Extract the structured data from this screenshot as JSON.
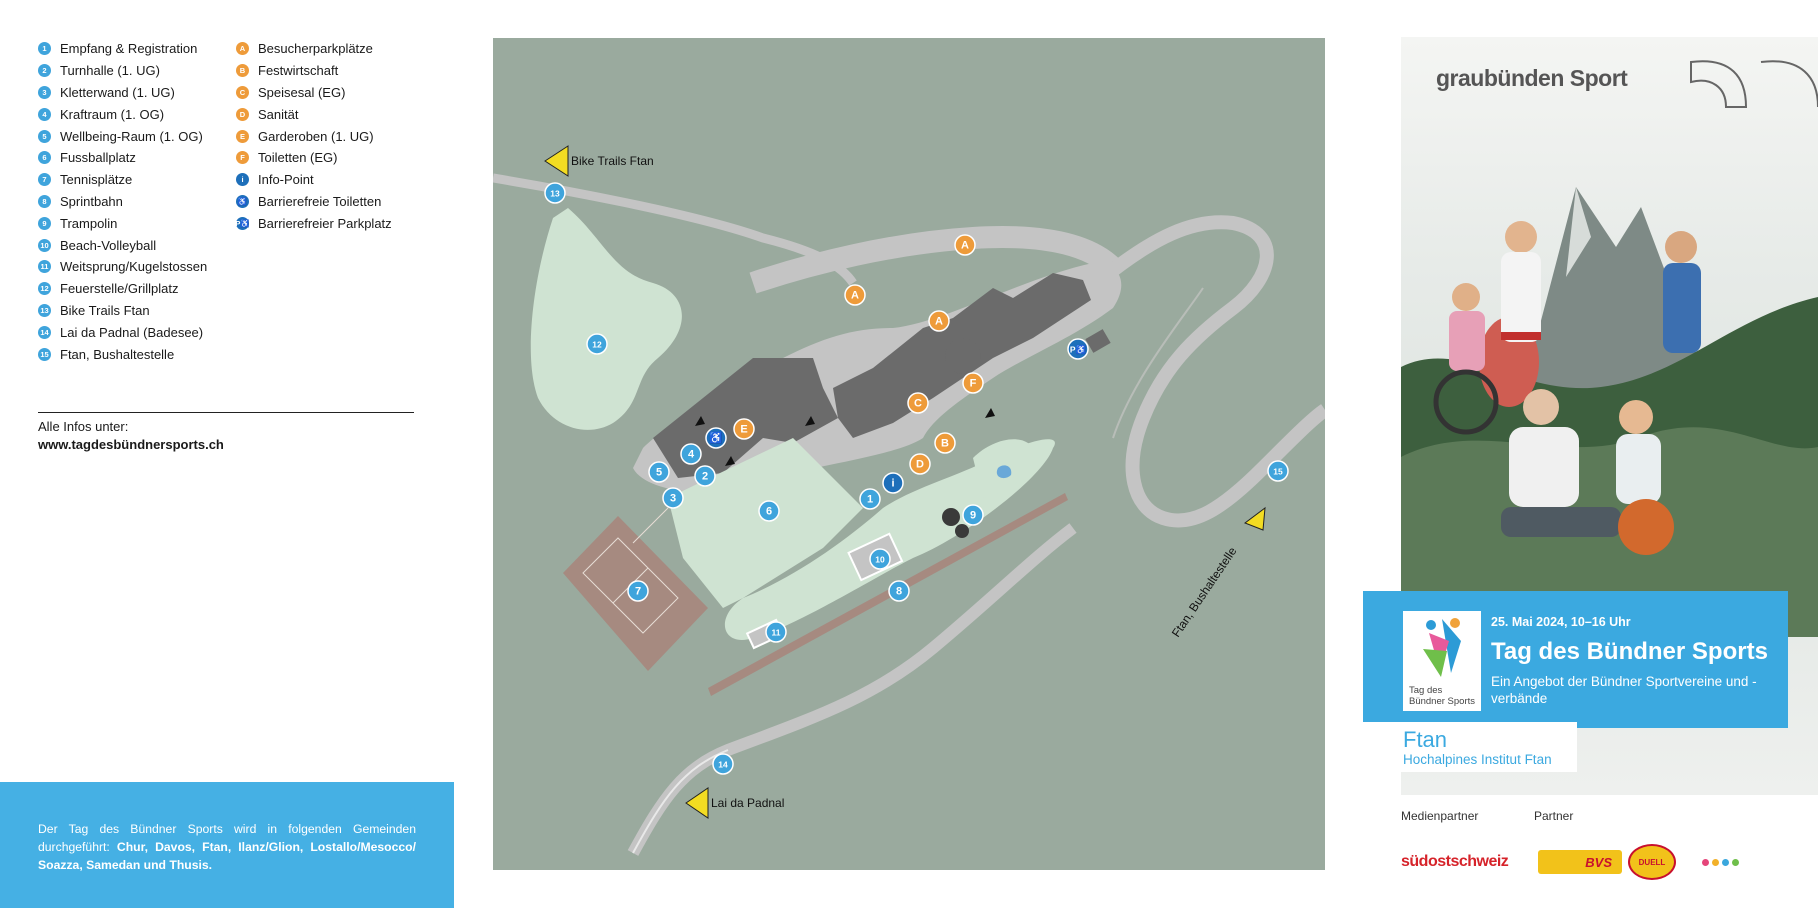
{
  "legend_numbered": [
    {
      "num": "1",
      "label": "Empfang & Registration"
    },
    {
      "num": "2",
      "label": "Turnhalle (1. UG)"
    },
    {
      "num": "3",
      "label": "Kletterwand (1. UG)"
    },
    {
      "num": "4",
      "label": "Kraftraum (1. OG)"
    },
    {
      "num": "5",
      "label": "Wellbeing-Raum (1. OG)"
    },
    {
      "num": "6",
      "label": "Fussballplatz"
    },
    {
      "num": "7",
      "label": "Tennisplätze"
    },
    {
      "num": "8",
      "label": "Sprintbahn"
    },
    {
      "num": "9",
      "label": "Trampolin"
    },
    {
      "num": "10",
      "label": "Beach-Volleyball"
    },
    {
      "num": "11",
      "label": "Weitsprung/Kugelstossen"
    },
    {
      "num": "12",
      "label": "Feuerstelle/Grillplatz"
    },
    {
      "num": "13",
      "label": "Bike Trails Ftan"
    },
    {
      "num": "14",
      "label": "Lai da Padnal (Badesee)"
    },
    {
      "num": "15",
      "label": "Ftan, Bushaltestelle"
    }
  ],
  "legend_lettered": [
    {
      "sym": "A",
      "label": "Besucherparkplätze",
      "kind": "orange"
    },
    {
      "sym": "B",
      "label": "Festwirtschaft",
      "kind": "orange"
    },
    {
      "sym": "C",
      "label": "Speisesal (EG)",
      "kind": "orange"
    },
    {
      "sym": "D",
      "label": "Sanität",
      "kind": "orange"
    },
    {
      "sym": "E",
      "label": "Garderoben (1. UG)",
      "kind": "orange"
    },
    {
      "sym": "F",
      "label": "Toiletten (EG)",
      "kind": "orange"
    },
    {
      "sym": "i",
      "label": "Info-Point",
      "kind": "navy"
    },
    {
      "sym": "♿",
      "label": "Barrierefreie Toiletten",
      "kind": "navy"
    },
    {
      "sym": "P♿",
      "label": "Barrierefreier Parkplatz",
      "kind": "navy"
    }
  ],
  "infos": {
    "label": "Alle Infos unter:",
    "url": "www.tagdesbündnersports.ch"
  },
  "bottom_box": {
    "intro": "Der Tag des Bündner Sports wird in folgenden Gemeinden durchgeführt: ",
    "places": "Chur, Davos, Ftan, Ilanz/Glion, Lostallo/Mesocco/ Soazza, Samedan und Thusis."
  },
  "map": {
    "labels": {
      "bike_trails": "Bike Trails Ftan",
      "bus_stop": "Ftan, Bushaltestelle",
      "lake": "Lai da Padnal"
    },
    "colors": {
      "ground": "#9aaa9e",
      "road": "#c4c4c4",
      "building": "#6b6b6b",
      "lawn": "#cfe3d2",
      "track": "#a68a80",
      "blue_pin": "#3fa4dc",
      "orange_pin": "#ee9b3a",
      "navy_pin": "#1d6fba",
      "arrow": "#f3dc22"
    },
    "pins": [
      {
        "text": "1",
        "kind": "blue"
      },
      {
        "text": "2",
        "kind": "blue"
      },
      {
        "text": "3",
        "kind": "blue"
      },
      {
        "text": "4",
        "kind": "blue"
      },
      {
        "text": "5",
        "kind": "blue"
      },
      {
        "text": "6",
        "kind": "blue"
      },
      {
        "text": "7",
        "kind": "blue"
      },
      {
        "text": "8",
        "kind": "blue"
      },
      {
        "text": "9",
        "kind": "blue"
      },
      {
        "text": "10",
        "kind": "blue"
      },
      {
        "text": "11",
        "kind": "blue"
      },
      {
        "text": "12",
        "kind": "blue"
      },
      {
        "text": "13",
        "kind": "blue"
      },
      {
        "text": "14",
        "kind": "blue"
      },
      {
        "text": "15",
        "kind": "blue"
      },
      {
        "text": "A",
        "kind": "orange"
      },
      {
        "text": "A",
        "kind": "orange"
      },
      {
        "text": "A",
        "kind": "orange"
      },
      {
        "text": "B",
        "kind": "orange"
      },
      {
        "text": "C",
        "kind": "orange"
      },
      {
        "text": "D",
        "kind": "orange"
      },
      {
        "text": "E",
        "kind": "orange"
      },
      {
        "text": "F",
        "kind": "orange"
      },
      {
        "text": "i",
        "kind": "navy"
      },
      {
        "text": "♿",
        "kind": "navy"
      },
      {
        "text": "P♿",
        "kind": "navy"
      }
    ]
  },
  "poster": {
    "brand_left": "graubünden",
    "brand_right": "Sport",
    "date": "25. Mai 2024, 10–16 Uhr",
    "title": "Tag des Bündner Sports",
    "subtitle": "Ein Angebot der Bündner Sportvereine und -verbände",
    "logo_text_1": "Tag des",
    "logo_text_2": "Bündner Sports",
    "location": "Ftan",
    "venue": "Hochalpines Institut Ftan"
  },
  "partners": {
    "media_label": "Medienpartner",
    "partner_label": "Partner",
    "media_logo": "südostschweiz",
    "bvs": "BVS",
    "duell": "DUELL"
  }
}
